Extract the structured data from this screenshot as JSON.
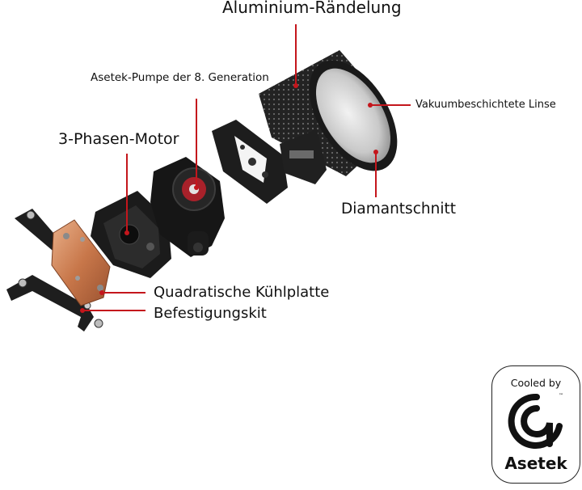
{
  "labels": {
    "aluminium": "Aluminium-Rändelung",
    "pump": "Asetek-Pumpe der 8. Generation",
    "motor": "3-Phasen-Motor",
    "lens": "Vakuumbeschichtete Linse",
    "diamond": "Diamantschnitt",
    "coldplate": "Quadratische Kühlplatte",
    "mounting": "Befestigungskit"
  },
  "badge": {
    "top_text": "Cooled by",
    "brand": "Asetek",
    "trademark": "™"
  },
  "icons": [
    "asetek-logo-icon"
  ],
  "colors": {
    "leader": "#c4161c",
    "copper": "#c8774a",
    "metal_dark": "#1c1c1c"
  }
}
